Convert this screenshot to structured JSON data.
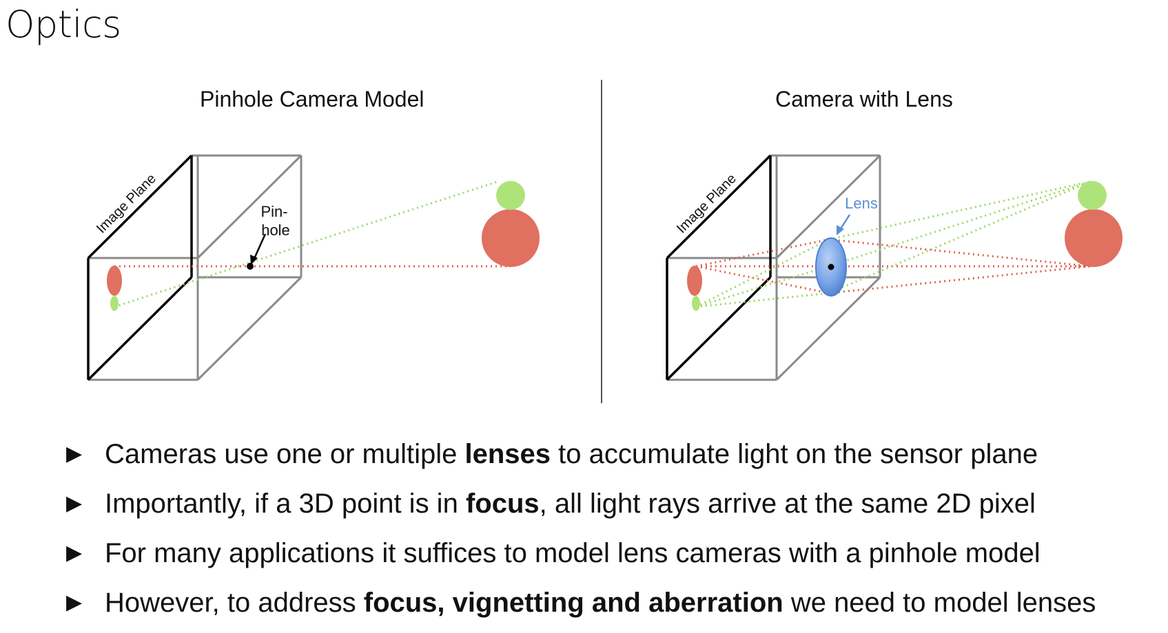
{
  "slide": {
    "title": "Optics"
  },
  "left_panel": {
    "title": "Pinhole Camera Model",
    "image_plane_label": "Image Plane",
    "pinhole_label_line1": "Pin-",
    "pinhole_label_line2": "hole"
  },
  "right_panel": {
    "title": "Camera with Lens",
    "image_plane_label": "Image Plane",
    "lens_label": "Lens"
  },
  "bullets": [
    {
      "pre": "Cameras use one or multiple ",
      "bold": "lenses",
      "post": " to accumulate light on the sensor plane"
    },
    {
      "pre": "Importantly, if a 3D point is in ",
      "bold": "focus",
      "post": ", all light rays arrive at the same 2D pixel"
    },
    {
      "pre": "For many applications it suffices to model lens cameras with a pinhole model",
      "bold": "",
      "post": ""
    },
    {
      "pre": "However, to address ",
      "bold": "focus, vignetting and aberration",
      "post": " we need to model lenses"
    }
  ],
  "icons": {
    "bullet": "triangle-right-icon"
  },
  "colors": {
    "red_object": "#e07060",
    "green_object": "#aee37a",
    "red_ray": "#e06050",
    "green_ray": "#9ad860",
    "lens_fill": "#7aa6e8",
    "lens_label": "#5b8fd8",
    "box_dark": "#000000",
    "box_gray": "#8a8a8a"
  }
}
